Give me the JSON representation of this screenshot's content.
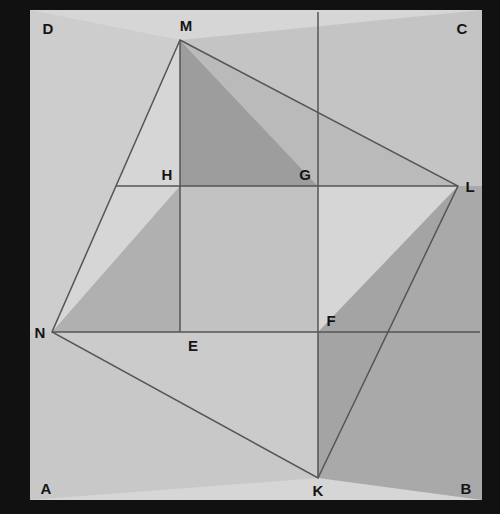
{
  "diagram": {
    "labels": [
      "D",
      "M",
      "C",
      "H",
      "G",
      "L",
      "N",
      "E",
      "F",
      "A",
      "K",
      "B"
    ]
  }
}
